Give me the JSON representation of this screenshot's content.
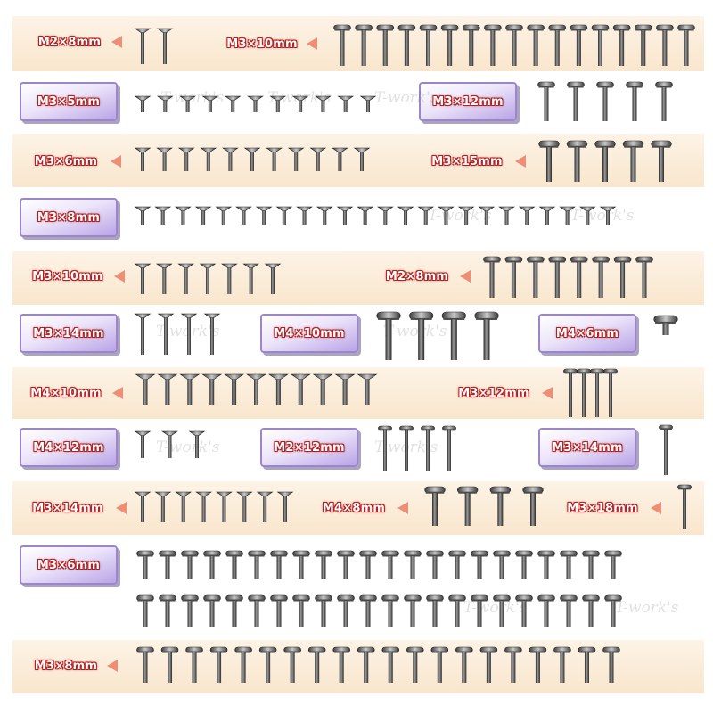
{
  "watermark": "T-work's",
  "rows": [
    {
      "id": "r1",
      "labels": [
        "M2×8mm",
        "M3×10mm"
      ]
    },
    {
      "id": "r2",
      "labels": [
        "M3×5mm",
        "M3×12mm"
      ]
    },
    {
      "id": "r3",
      "labels": [
        "M3×6mm",
        "M3×15mm"
      ]
    },
    {
      "id": "r4",
      "labels": [
        "M3×8mm"
      ]
    },
    {
      "id": "r5",
      "labels": [
        "M3×10mm",
        "M2×8mm"
      ]
    },
    {
      "id": "r6",
      "labels": [
        "M3×14mm",
        "M4×10mm",
        "M4×6mm"
      ]
    },
    {
      "id": "r7",
      "labels": [
        "M4×10mm",
        "M3×12mm"
      ]
    },
    {
      "id": "r8",
      "labels": [
        "M4×12mm",
        "M2×12mm",
        "M3×14mm"
      ]
    },
    {
      "id": "r9",
      "labels": [
        "M3×14mm",
        "M4×8mm",
        "M3×18mm"
      ]
    },
    {
      "id": "r10",
      "labels": [
        "M3×6mm"
      ]
    },
    {
      "id": "r11",
      "labels": [
        "M3×8mm"
      ]
    }
  ],
  "colors": {
    "band": "#f9e6cd",
    "label_text": "#ffffff",
    "label_outline": "#b81c1c",
    "arrow": "#ef8e77",
    "box_border": "#9b86c9",
    "screw_metal": "#4a4a4a"
  }
}
